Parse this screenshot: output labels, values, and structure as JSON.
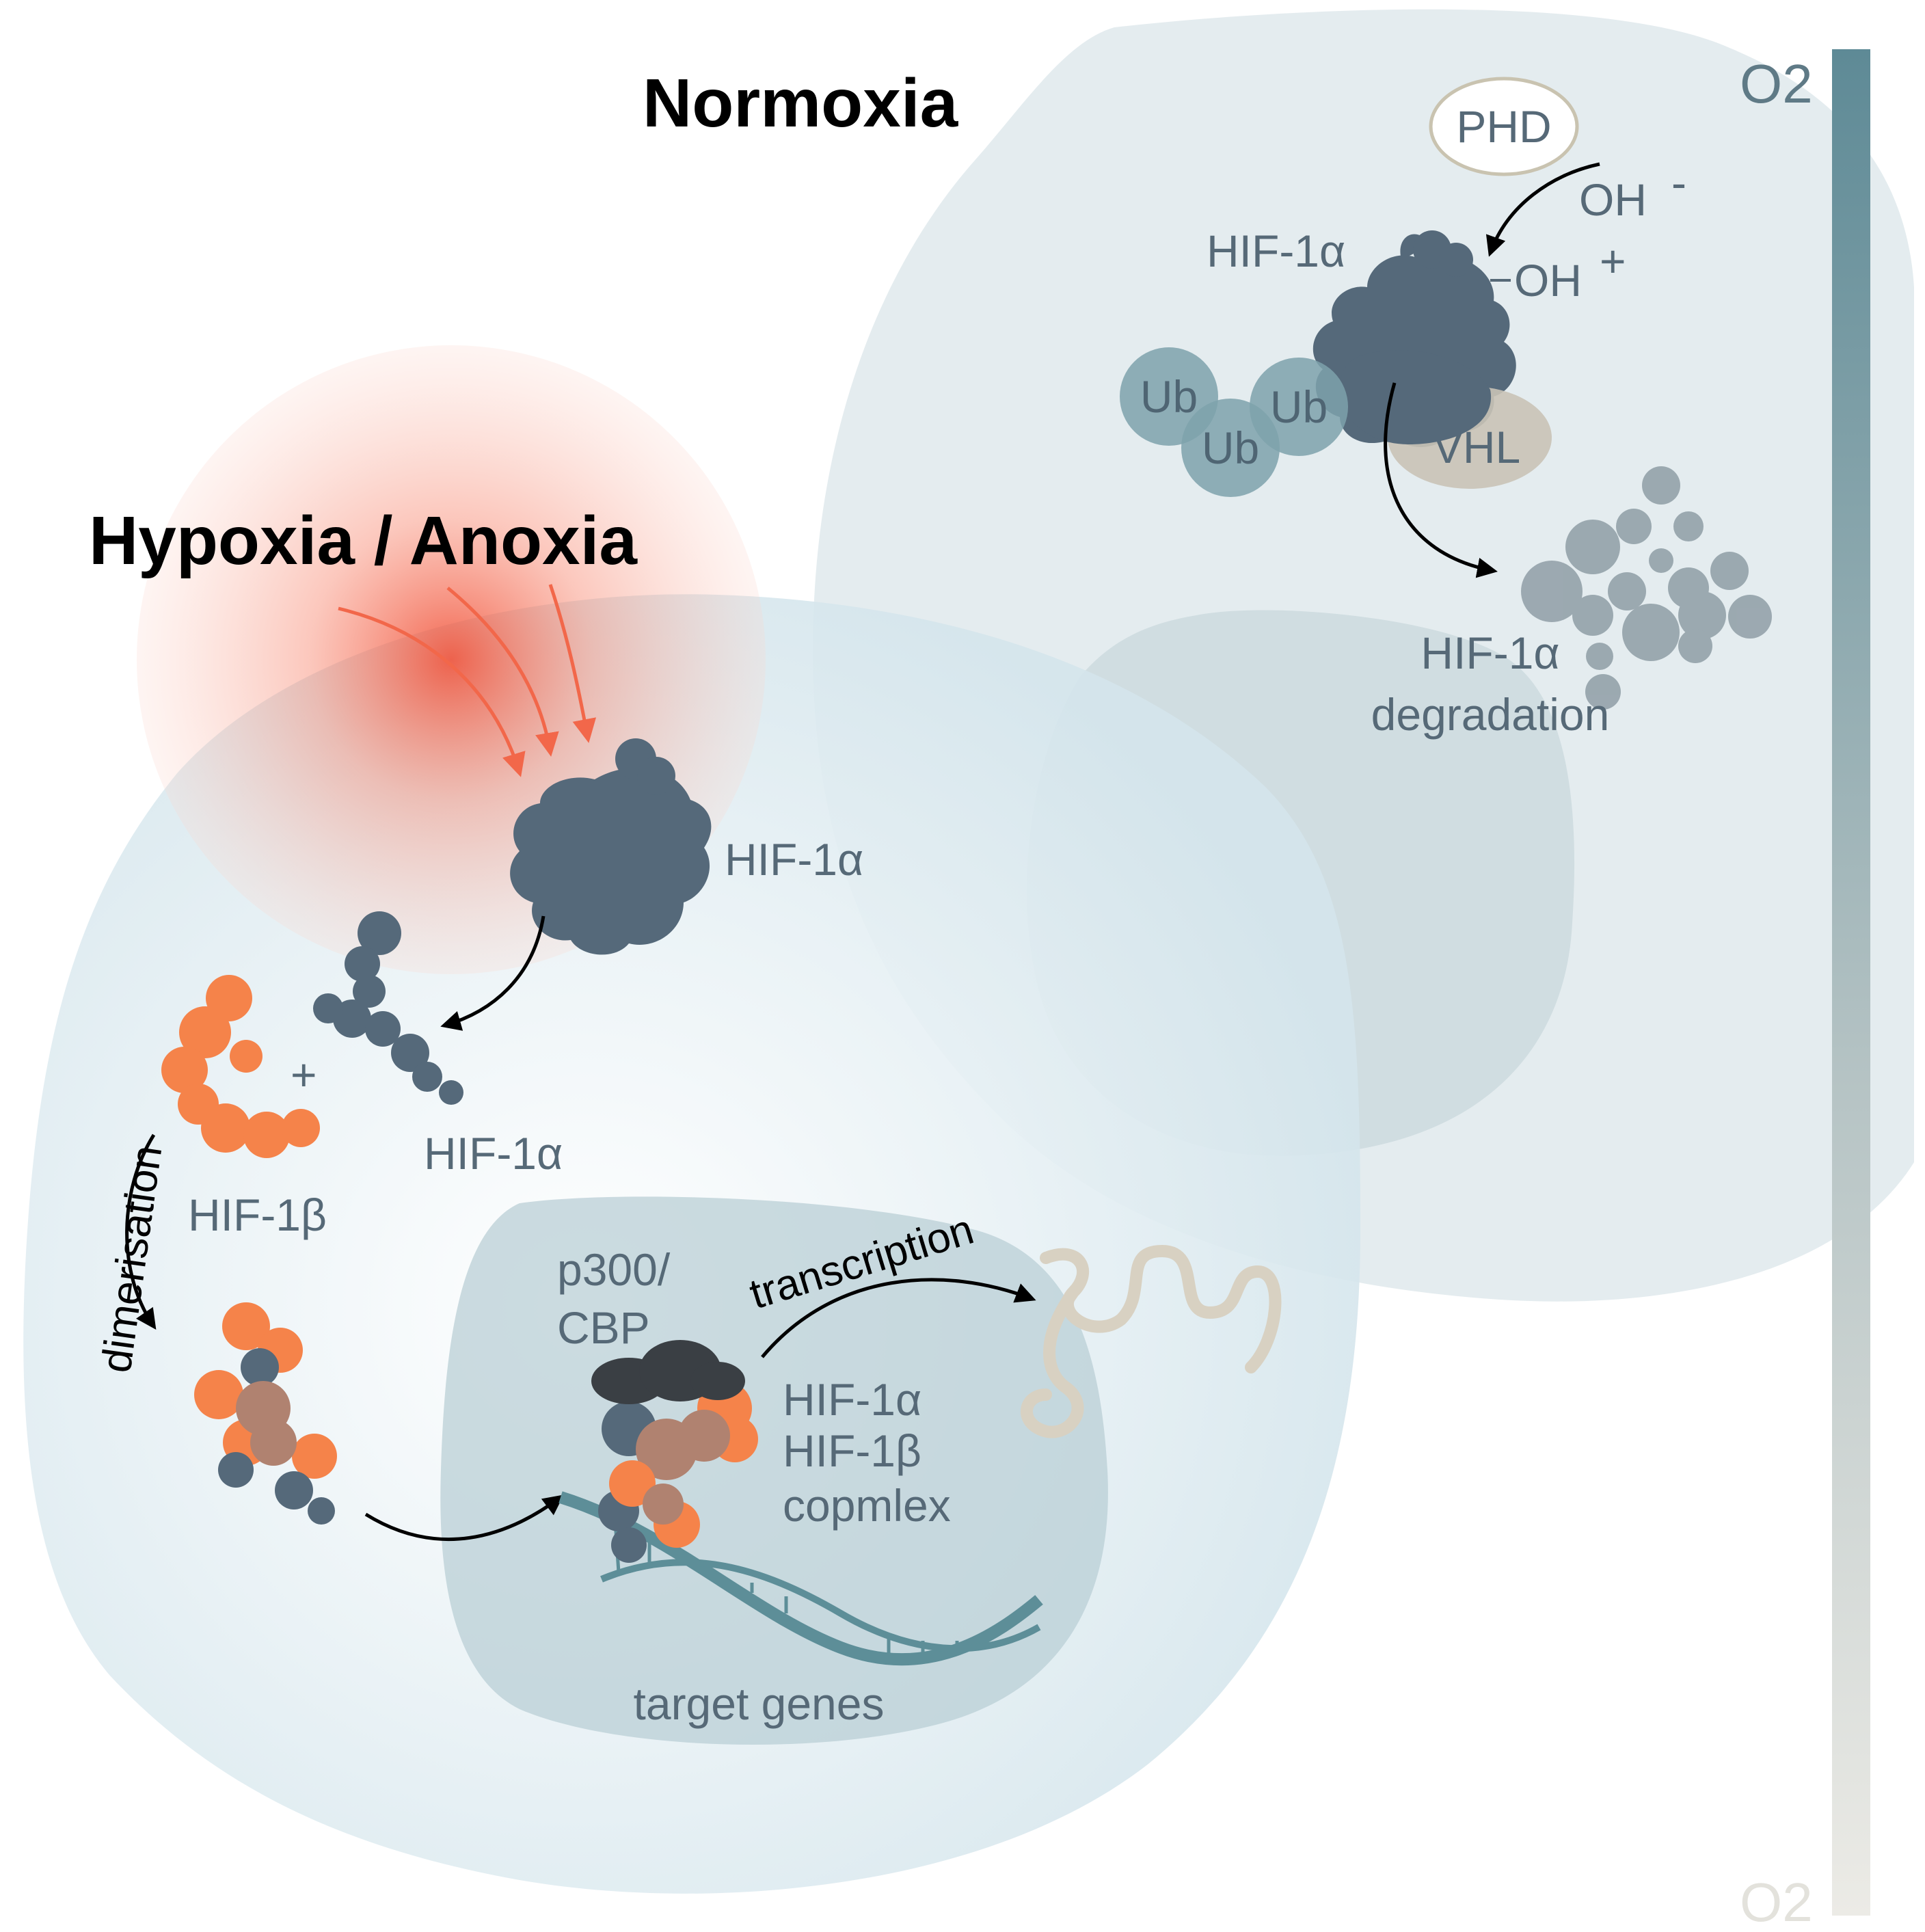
{
  "titles": {
    "normoxia": "Normoxia",
    "hypoxia": "Hypoxia / Anoxia"
  },
  "oxygen_gradient": {
    "top_label": "O2",
    "bottom_label": "O2",
    "colors": {
      "high": "#5e8a96",
      "low": "#ecebe6"
    }
  },
  "normoxia_pathway": {
    "enzyme": "PHD",
    "oh_minus": "OH",
    "oh_minus_sup": "-",
    "oh_plus": "OH",
    "oh_plus_sup": "+",
    "protein": "HIF-1α",
    "ubiquitin": [
      "Ub",
      "Ub",
      "Ub"
    ],
    "ligase": "VHL",
    "degradation": [
      "HIF-1α",
      "degradation"
    ]
  },
  "hypoxia_pathway": {
    "stabilized": "HIF-1α",
    "translocated": "HIF-1α",
    "partner": "HIF-1β",
    "plus": "+",
    "step_dimerisation": "dimerisation",
    "step_transcription": "transcription",
    "coactivator": [
      "p300/",
      "CBP"
    ],
    "complex": [
      "HIF-1α",
      "HIF-1β",
      "copmlex"
    ],
    "target": "target genes"
  },
  "colors": {
    "hif1a": "#55697a",
    "hif1b": "#f5834a",
    "complex_mix": "#b08270",
    "coactivator": "#3a3f44",
    "ubiquitin": "#7ea2ab",
    "vhl": "#c9c3b6",
    "hypoxia_glow": "#f25a3f",
    "dna": "#5d8e98",
    "mrna": "#d8d1c2"
  }
}
